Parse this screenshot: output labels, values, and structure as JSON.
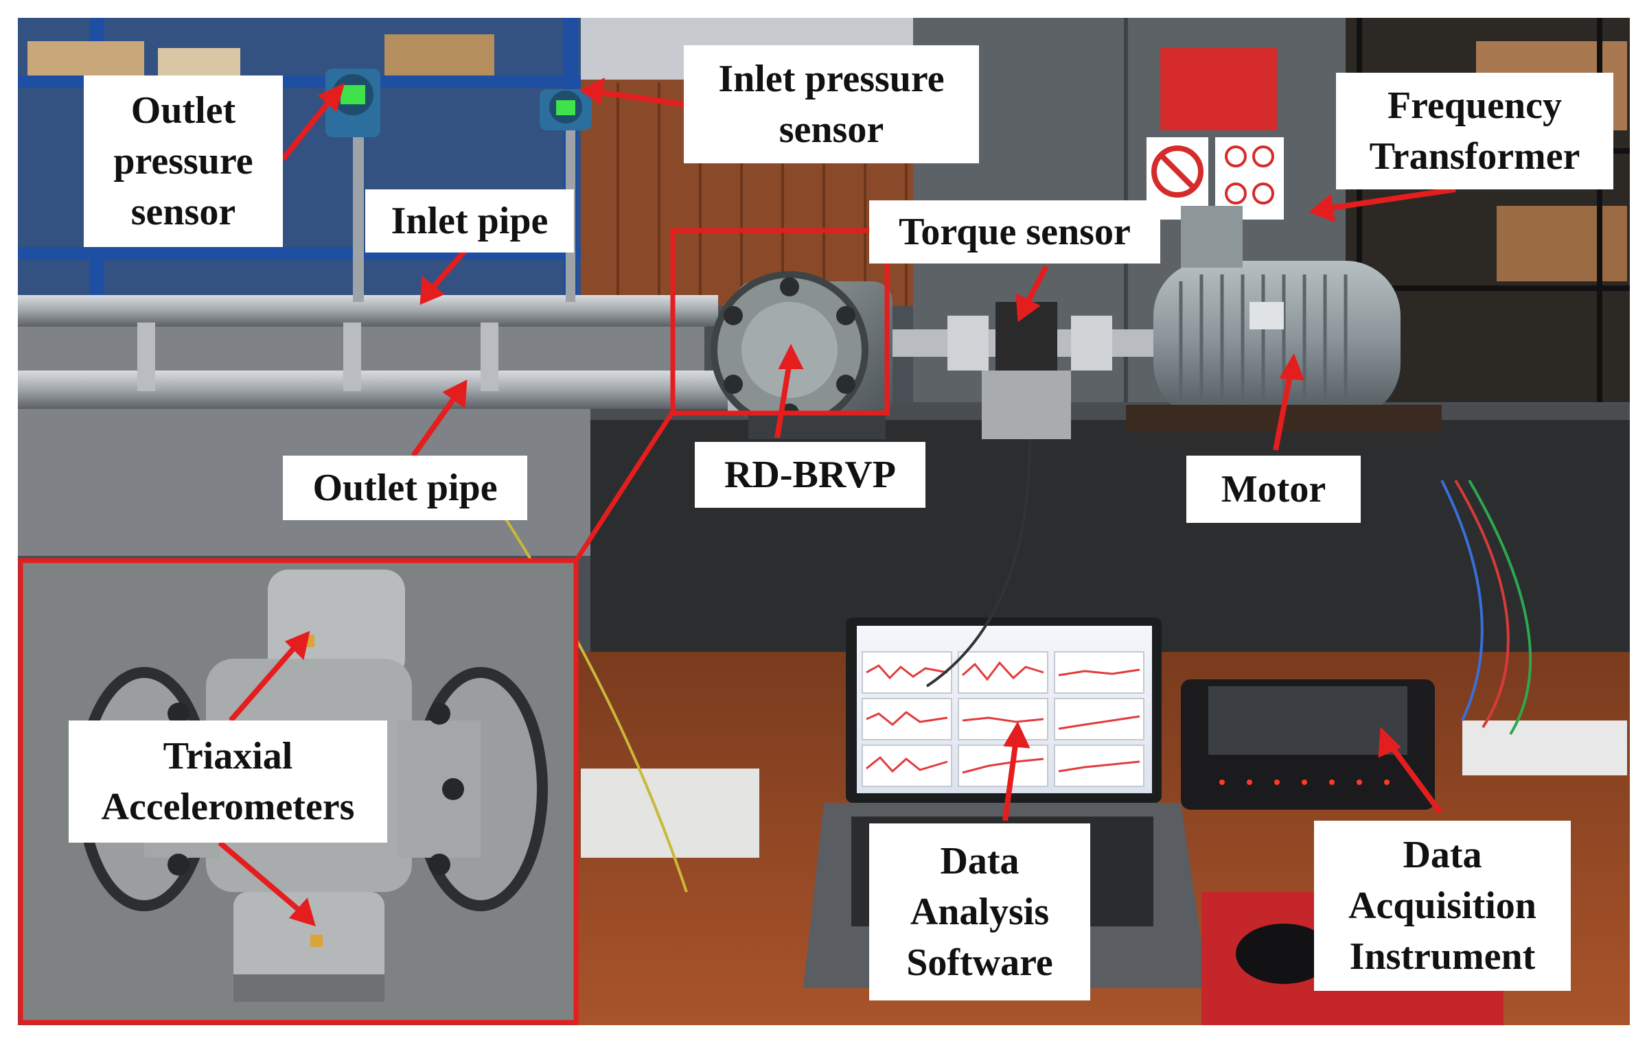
{
  "figure": {
    "accent_color": "#e41e1e",
    "scene": "Test bench photograph: pipes, sensors, RD-BRVP pump, torque sensor, motor, laptop with data analysis software and data acquisition instrument; inset close-up of pump with accelerometers"
  },
  "labels": {
    "outlet_pressure_sensor": [
      "Outlet",
      "pressure",
      "sensor"
    ],
    "inlet_pressure_sensor": [
      "Inlet pressure",
      "sensor"
    ],
    "frequency_transformer": [
      "Frequency",
      "Transformer"
    ],
    "inlet_pipe": "Inlet pipe",
    "torque_sensor": "Torque sensor",
    "outlet_pipe": "Outlet pipe",
    "rd_brvp": "RD-BRVP",
    "motor": "Motor",
    "triaxial_accelerometers": [
      "Triaxial",
      "Accelerometers"
    ],
    "data_analysis_software": [
      "Data",
      "Analysis",
      "Software"
    ],
    "data_acquisition_instrument": [
      "Data",
      "Acquisition",
      "Instrument"
    ]
  }
}
